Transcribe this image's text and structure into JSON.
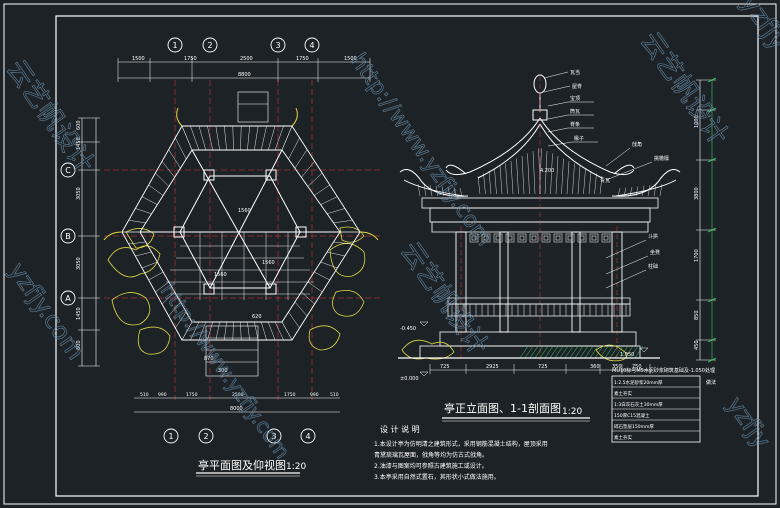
{
  "colors": {
    "background": "#1d2226",
    "line_white": "#ffffff",
    "line_red": "#e63b3b",
    "line_cyan": "#32d6e6",
    "line_yellow": "#e0d642",
    "line_green": "#36d16a",
    "watermark": "#6a8faa"
  },
  "plan": {
    "axis_numbers": [
      "1",
      "2",
      "3",
      "4"
    ],
    "axis_letters": [
      "C",
      "B",
      "A"
    ],
    "dim_top_1": [
      "1500",
      "1750",
      "2500",
      "1750",
      "1500"
    ],
    "dim_top_2": [
      "8800"
    ],
    "dim_bottom_1": [
      "510",
      "990",
      "1750",
      "2500",
      "1750",
      "990",
      "510"
    ],
    "dim_bottom_2": [
      "8000"
    ],
    "dim_left": [
      "600",
      "1450",
      "3050",
      "3050",
      "1450",
      "600"
    ],
    "labels": [
      "1560",
      "1560",
      "1560",
      "620",
      "870",
      "300"
    ],
    "title": "亭平面图及仰视图",
    "scale": "1:20"
  },
  "elevation": {
    "callouts_left": [
      "宝顶",
      "筒瓦",
      "脊条",
      "椽子"
    ],
    "callouts_right": [
      "戗角",
      "挑檐檩",
      "斗拱",
      "坐凳",
      "柱础"
    ],
    "callouts_top": [
      "瓦当",
      "屋脊",
      "4.200"
    ],
    "dims_bottom": [
      "725",
      "2925",
      "725",
      "360",
      "350",
      "750"
    ],
    "level_marks": [
      "±0.000",
      "-0.450",
      "1.050"
    ],
    "title": "亭正立面图、1-1剖面图",
    "scale": "1:20",
    "right_dims": [
      "1000",
      "3800",
      "1700",
      "850",
      "450"
    ],
    "side_note": "MU10标号M5水泥砂浆砌筑基础及-1.050处理"
  },
  "legend": {
    "rows": [
      "1:2.5水泥砂浆20mm厚",
      "素土夯实",
      "1:3白灰石灰土30mm厚",
      "150厚C15混凝土",
      "碎石垫层150mm厚",
      "素土夯实"
    ],
    "label": "做法"
  },
  "notes": {
    "heading": "设 计 说 明",
    "items": [
      "1.本设计亭为仿明清之建筑形式，采用钢筋混凝土结构，屋顶采用",
      "  青黛琉璃瓦屋面，戗角等均为仿古式戗角。",
      "2.油漆与图案均可参照古建筑施工或设计。",
      "3.本亭采用自然式置石，其形状小式做法施用。"
    ]
  },
  "watermarks": [
    "云艺帆设计",
    "http://www.yzfjy.com",
    "yzfjy.com",
    "yzfjy"
  ]
}
